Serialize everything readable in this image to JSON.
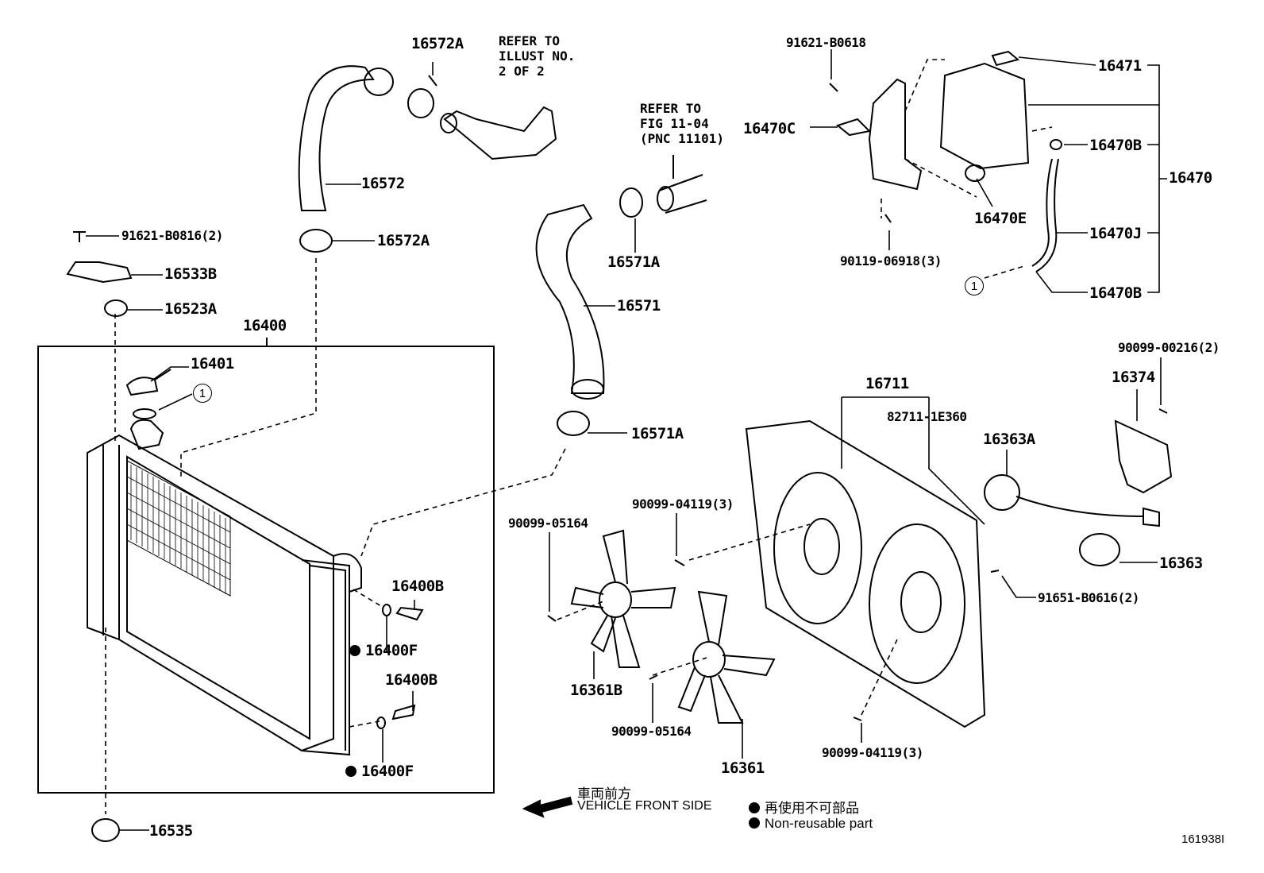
{
  "parts": {
    "p16572A_top": "16572A",
    "p16572": "16572",
    "p16572A_mid": "16572A",
    "p91621_B0816": "91621-B0816(2)",
    "p16533B": "16533B",
    "p16523A": "16523A",
    "p16400": "16400",
    "p16401": "16401",
    "p16400B_a": "16400B",
    "p16400F_a": "16400F",
    "p16400B_b": "16400B",
    "p16400F_b": "16400F",
    "p16535": "16535",
    "p16571A_top": "16571A",
    "p16571": "16571",
    "p16571A_bot": "16571A",
    "p91621_B0618": "91621-B0618",
    "p16470C": "16470C",
    "p90119": "90119-06918(3)",
    "p16471": "16471",
    "p16470B_a": "16470B",
    "p16470": "16470",
    "p16470E": "16470E",
    "p16470J": "16470J",
    "p16470B_b": "16470B",
    "p16711": "16711",
    "p82711": "82711-1E360",
    "p90099_00216": "90099-00216(2)",
    "p16374": "16374",
    "p16363A": "16363A",
    "p16363": "16363",
    "p91651": "91651-B0616(2)",
    "p90099_04119_a": "90099-04119(3)",
    "p90099_05164_a": "90099-05164",
    "p16361B": "16361B",
    "p90099_05164_b": "90099-05164",
    "p16361": "16361",
    "p90099_04119_b": "90099-04119(3)"
  },
  "refs": {
    "ref1": "REFER TO\nILLUST NO.\n2 OF 2",
    "ref2": "REFER TO\nFIG 11-04\n(PNC 11101)"
  },
  "circles": {
    "c1": "1",
    "c2": "1"
  },
  "legend": {
    "vehicle_jp": "車両前方",
    "vehicle_en": "VEHICLE FRONT SIDE",
    "nonreuse_jp": "再使用不可部品",
    "nonreuse_en": "Non-reusable part"
  },
  "figure_id": "161938I"
}
